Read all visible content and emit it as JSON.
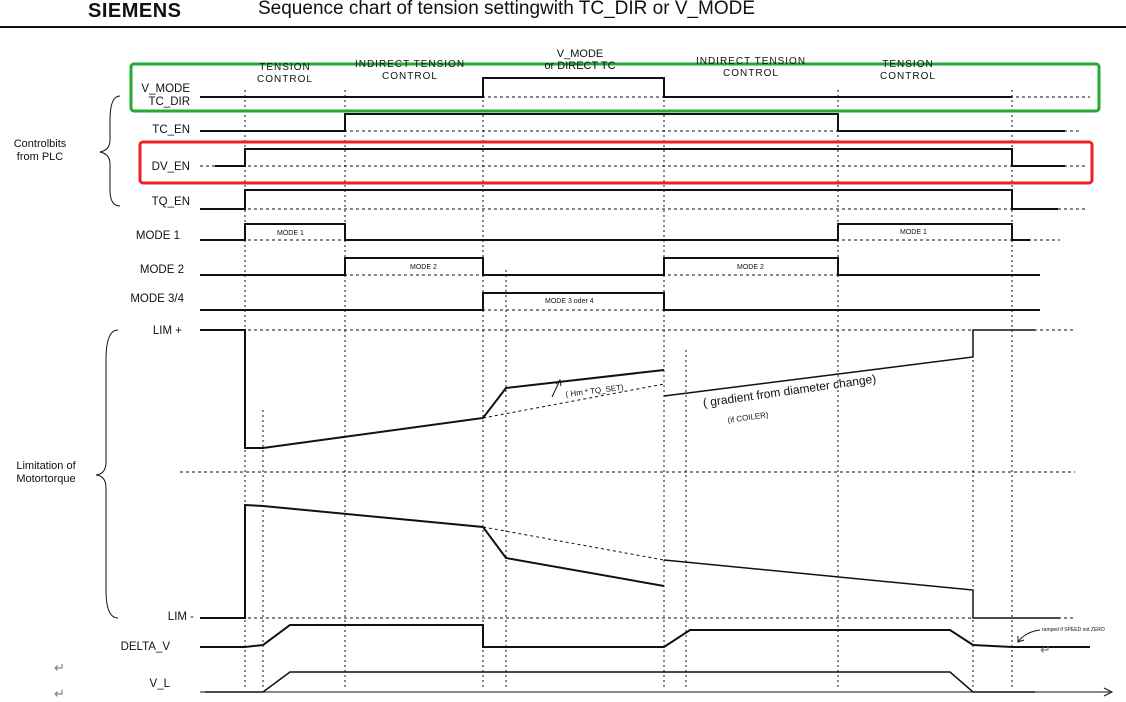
{
  "header": {
    "logo": "SIEMENS",
    "title": "Sequence chart of tension settingwith TC_DIR or V_MODE"
  },
  "phases": {
    "p1": "TENSION\nCONTROL",
    "p2": "INDIRECT TENSION\nCONTROL",
    "p3": "V_MODE\nor DIRECT TC",
    "p4": "INDIRECT TENSION\nCONTROL",
    "p5": "TENSION\nCONTROL"
  },
  "groups": {
    "plc": "Controlbits\nfrom PLC",
    "torque": "Limitation of\nMotortorque"
  },
  "signals": {
    "v_mode": "V_MODE",
    "tc_dir": "TC_DIR",
    "tc_en": "TC_EN",
    "dv_en": "DV_EN",
    "tq_en": "TQ_EN",
    "mode1": "MODE 1",
    "mode2": "MODE 2",
    "mode34": "MODE 3/4",
    "lim_plus": "LIM +",
    "lim_minus": "LIM -",
    "delta_v": "DELTA_V",
    "v_l": "V_L"
  },
  "pulse_labels": {
    "mode1_a": "MODE 1",
    "mode1_b": "MODE 1",
    "mode2_a": "MODE 2",
    "mode2_b": "MODE 2",
    "mode34": "MODE 3 oder 4"
  },
  "annotations": {
    "hint": "( Hm * TQ_SET)",
    "gradient": "( gradient from diameter change)",
    "coiler": "(if COILER)",
    "ramp": "ramped if SPEED not ZERO"
  },
  "return_marks": [
    "↵",
    "↵",
    "↵"
  ],
  "highlights": {
    "green": "#22aa33",
    "red": "#ee2222"
  }
}
